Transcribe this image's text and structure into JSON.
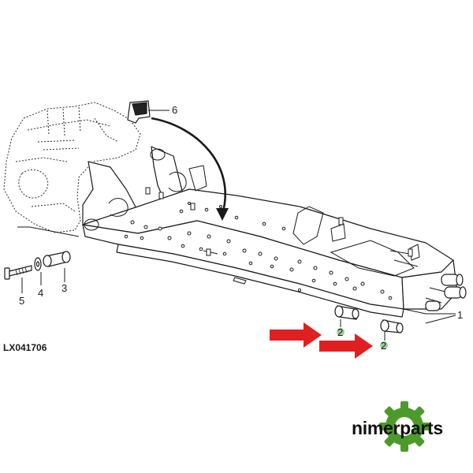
{
  "figure": {
    "id": "LX041706",
    "part_labels": [
      "1",
      "2",
      "2",
      "3",
      "4",
      "5",
      "6"
    ]
  },
  "brand": {
    "name": "nimerparts",
    "color_dark": "#111111",
    "color_green": "#4c9a2a"
  },
  "colors": {
    "line": "#1a1a1a",
    "arrow": "#e02020",
    "highlight": "#9fcf9a"
  },
  "icons": [
    "gear-icon",
    "red-arrow-icon",
    "curved-arrow-icon"
  ]
}
